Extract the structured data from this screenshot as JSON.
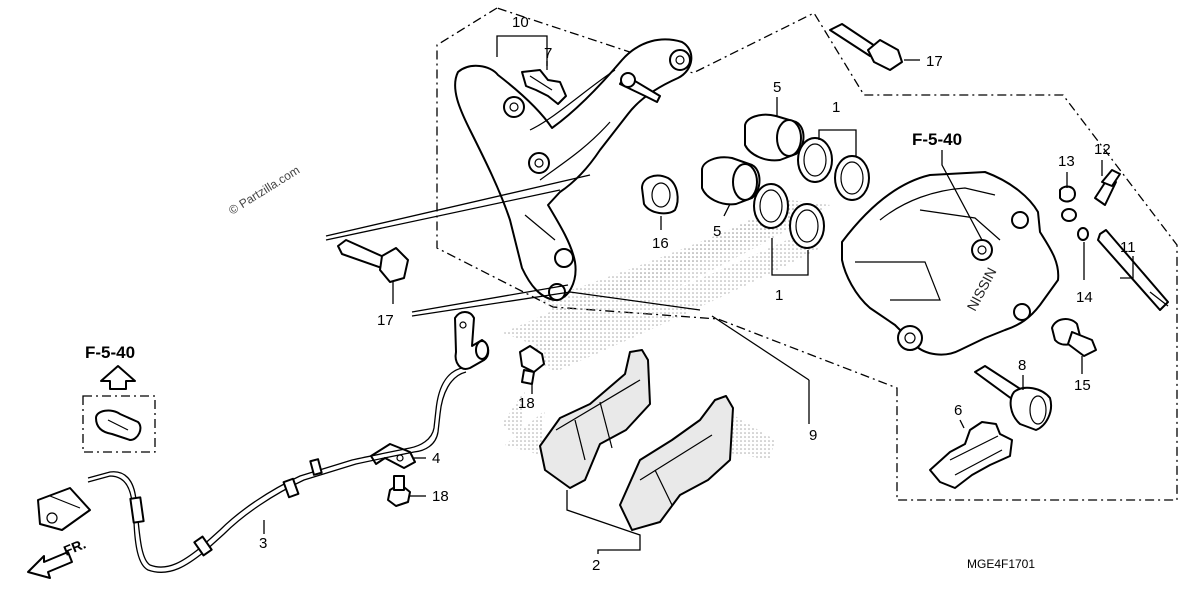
{
  "watermark": "© Partzilla.com",
  "diagram_code": "MGE4F1701",
  "reference_labels": [
    "F-5-40",
    "F-5-40"
  ],
  "front_label": "FR.",
  "caliper_brand": "NISSIN",
  "callouts": [
    "10",
    "7",
    "17",
    "5",
    "1",
    "16",
    "5",
    "1",
    "17",
    "18",
    "4",
    "18",
    "3",
    "2",
    "9",
    "8",
    "6",
    "15",
    "11",
    "14",
    "13",
    "12"
  ]
}
